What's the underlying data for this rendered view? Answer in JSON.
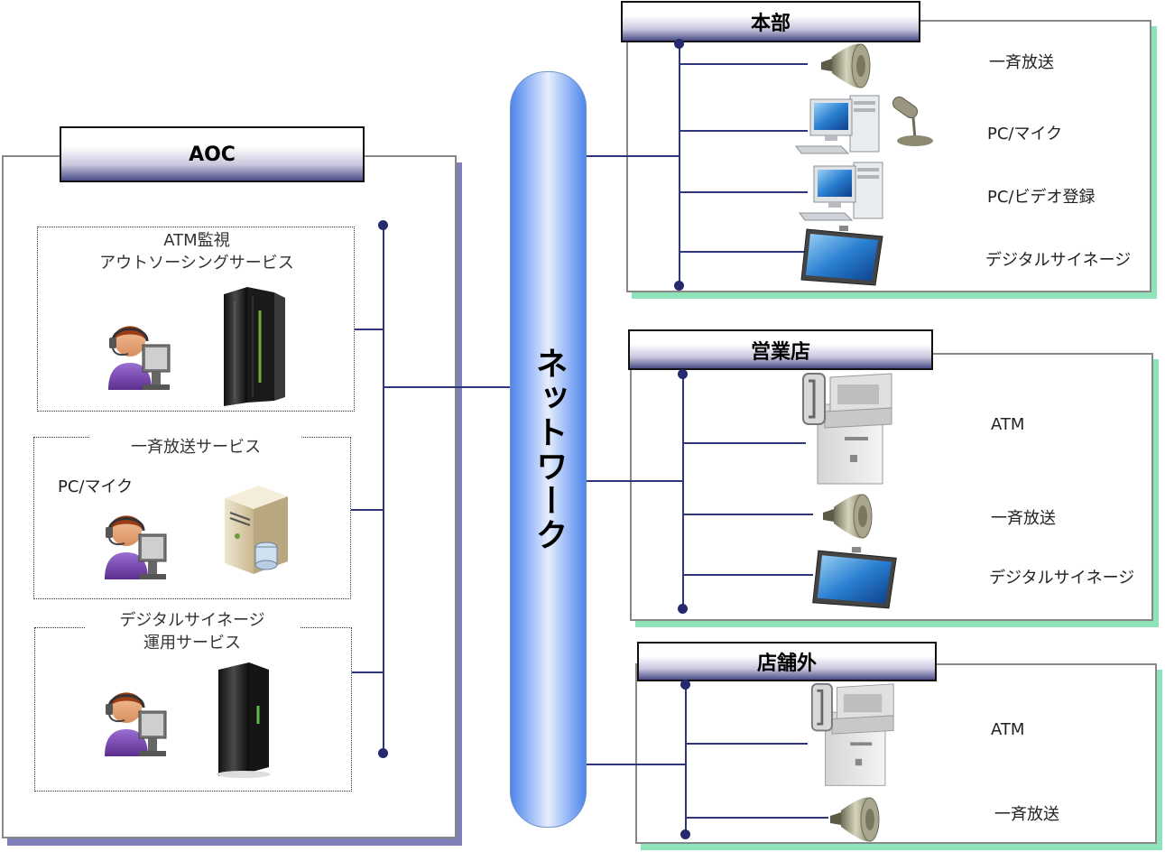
{
  "aoc": {
    "title": "AOC",
    "groups": [
      {
        "title_lines": [
          "ATM監視",
          "アウトソーシングサービス"
        ],
        "icons": [
          "operator-icon",
          "mainframe-server-icon"
        ]
      },
      {
        "title_lines": [
          "一斉放送サービス"
        ],
        "sublabel": "PC/マイク",
        "icons": [
          "operator-icon",
          "database-server-icon"
        ]
      },
      {
        "title_lines": [
          "デジタルサイネージ",
          "運用サービス"
        ],
        "icons": [
          "operator-icon",
          "tower-server-icon"
        ]
      }
    ]
  },
  "network": {
    "label": "ネットワーク"
  },
  "honbu": {
    "title": "本部",
    "items": [
      {
        "label": "一斉放送",
        "icon": "speaker-icon"
      },
      {
        "label": "PC/マイク",
        "icon": "pc-microphone-icon"
      },
      {
        "label": "PC/ビデオ登録",
        "icon": "pc-icon"
      },
      {
        "label": "デジタルサイネージ",
        "icon": "display-icon"
      }
    ]
  },
  "eigyoten": {
    "title": "営業店",
    "items": [
      {
        "label": "ATM",
        "icon": "atm-icon"
      },
      {
        "label": "一斉放送",
        "icon": "speaker-icon"
      },
      {
        "label": "デジタルサイネージ",
        "icon": "display-icon"
      }
    ]
  },
  "tenpogai": {
    "title": "店舗外",
    "items": [
      {
        "label": "ATM",
        "icon": "atm-icon"
      },
      {
        "label": "一斉放送",
        "icon": "speaker-icon"
      }
    ]
  },
  "colors": {
    "line": "#2e3578",
    "panel_shadow_left": "#7f80b8",
    "panel_shadow_right": "#8fe3b8"
  }
}
